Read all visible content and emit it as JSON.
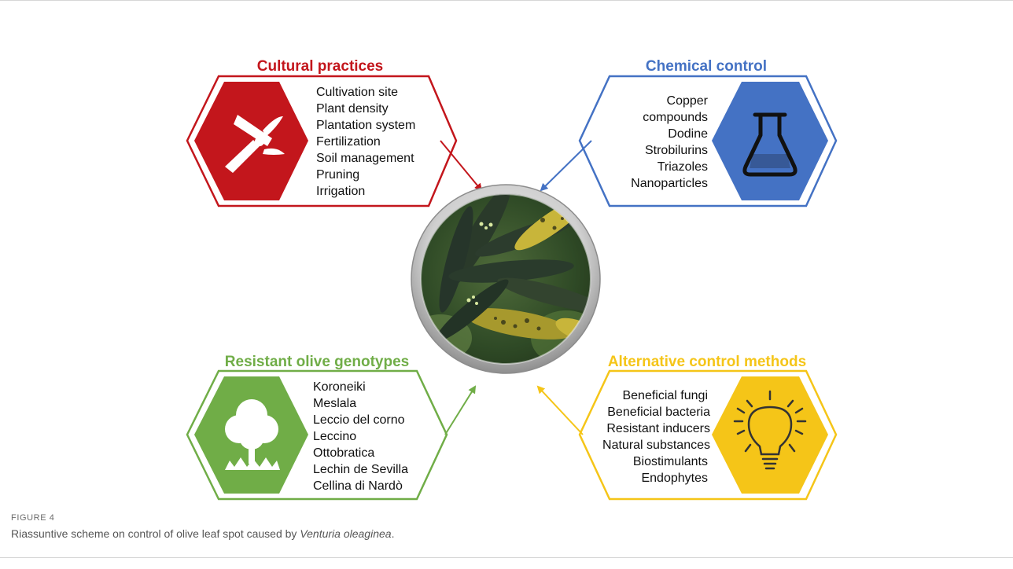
{
  "colors": {
    "cultural": "#c3161c",
    "chemical": "#4472c4",
    "resistant": "#70ad47",
    "alternative": "#f5c518"
  },
  "panels": {
    "cultural": {
      "title": "Cultural practices",
      "icon": "pruning-shears-icon",
      "items": [
        "Cultivation site",
        "Plant density",
        "Plantation system",
        "Fertilization",
        "Soil management",
        "Pruning",
        "Irrigation"
      ]
    },
    "chemical": {
      "title": "Chemical control",
      "icon": "flask-icon",
      "items": [
        "Copper",
        "compounds",
        "Dodine",
        "Strobilurins",
        "Triazoles",
        "Nanoparticles"
      ]
    },
    "resistant": {
      "title": "Resistant olive genotypes",
      "icon": "tree-icon",
      "items": [
        "Koroneiki",
        "Meslala",
        "Leccio del corno",
        "Leccino",
        "Ottobratica",
        "Lechin de Sevilla",
        "Cellina di Nardò"
      ]
    },
    "alternative": {
      "title": "Alternative control methods",
      "icon": "lightbulb-icon",
      "items": [
        "Beneficial fungi",
        "Beneficial bacteria",
        "Resistant inducers",
        "Natural substances",
        "Biostimulants",
        "Endophytes"
      ]
    }
  },
  "center_image": "olive-leaf-spot-photo",
  "figure": {
    "label": "FIGURE 4",
    "caption_before": "Riassuntive scheme on control of olive leaf spot caused by ",
    "caption_species": "Venturia oleaginea",
    "caption_after": "."
  }
}
